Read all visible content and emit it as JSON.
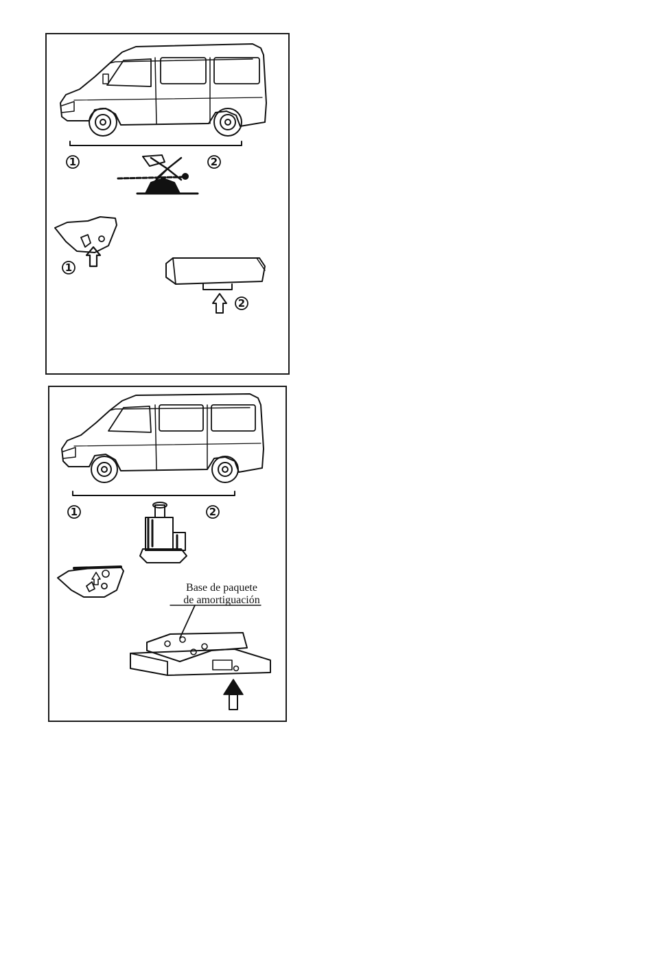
{
  "figure": {
    "panels": [
      {
        "id": "scissor-jack",
        "point_markers": [
          "1",
          "2"
        ]
      },
      {
        "id": "bottle-jack",
        "point_markers": [
          "1",
          "2"
        ],
        "callout": {
          "line1": "Base de paquete",
          "line2": "de amortiguación"
        }
      }
    ]
  },
  "colors": {
    "ink": "#111111",
    "paper": "#ffffff"
  }
}
